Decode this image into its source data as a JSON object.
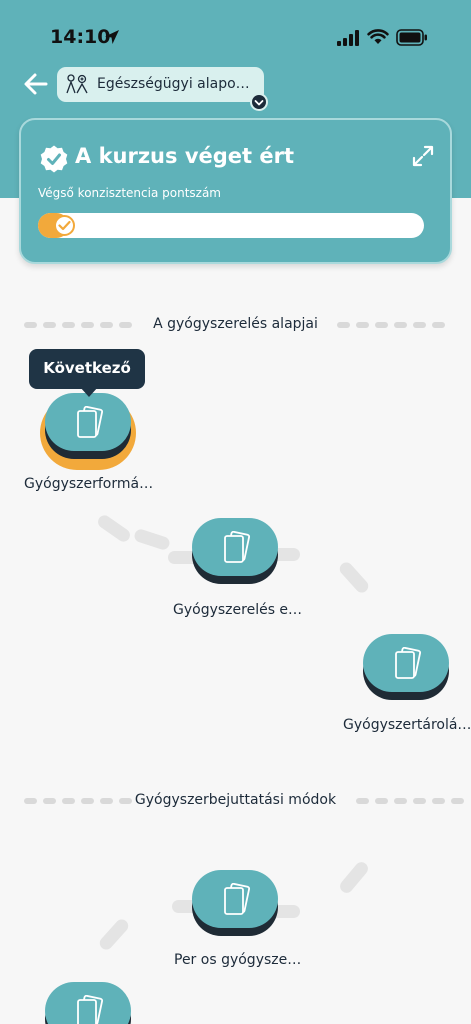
{
  "status_bar": {
    "time": "14:10"
  },
  "header": {
    "course_title": "Egészségügyi alapo…"
  },
  "course_card": {
    "title": "A kurzus véget ért",
    "score_label": "Végső konzisztencia pontszám",
    "score_progress": 0.05
  },
  "sections": [
    {
      "title": "A gyógyszerelés alapjai",
      "lessons": [
        {
          "label": "Gyógyszerformá…",
          "is_next": true
        },
        {
          "label": "Gyógyszerelés e…",
          "is_next": false
        },
        {
          "label": "Gyógyszertárolá…",
          "is_next": false
        }
      ]
    },
    {
      "title": "Gyógyszerbejuttatási módok",
      "lessons": [
        {
          "label": "Per os gyógysze…",
          "is_next": false
        },
        {
          "label": "",
          "is_next": false
        }
      ]
    }
  ],
  "tooltip": {
    "label": "Következő"
  },
  "colors": {
    "teal": "#5fb2b9",
    "orange": "#f2a93b",
    "dark": "#1f3445"
  },
  "icons": {
    "back": "arrow-left-icon",
    "course": "course-illustration-icon",
    "dropdown": "chevron-down-icon",
    "verified": "verified-check-icon",
    "expand": "expand-icon",
    "lesson": "flashcards-icon"
  }
}
